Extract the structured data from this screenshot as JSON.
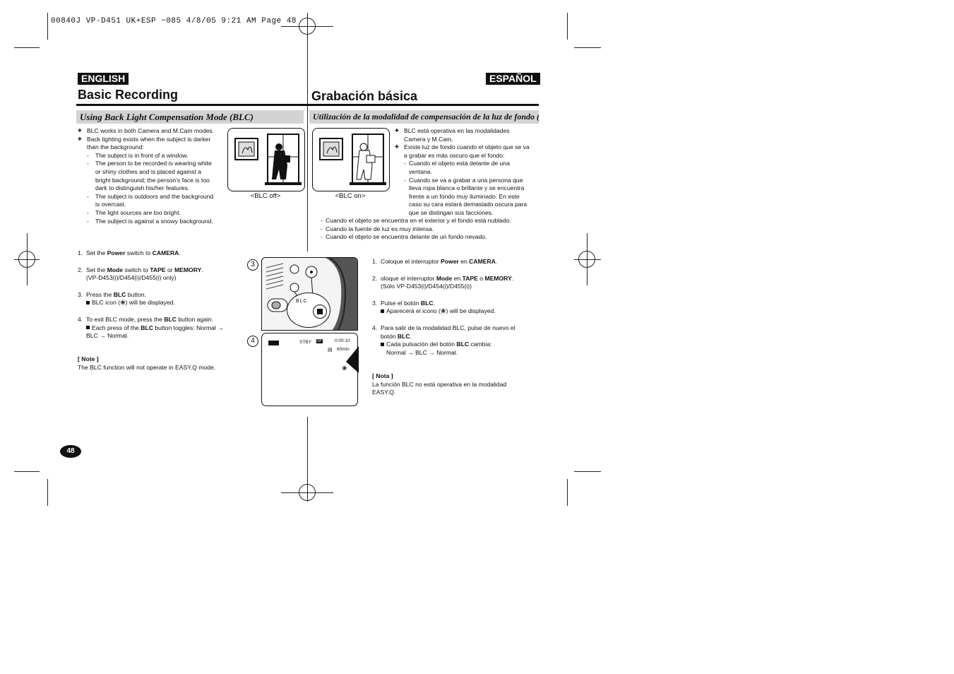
{
  "slug": "00840J VP-D451 UK+ESP ~085  4/8/05 9:21 AM  Page 48",
  "english": {
    "lang_label": "ENGLISH",
    "title": "Basic Recording",
    "section": "Using Back Light Compensation Mode (BLC)",
    "bullet1": "BLC works in both Camera and M.Cam modes.",
    "bullet2_l1": "Back lighting exists when the subject is darker",
    "bullet2_l2": "than the background:",
    "d1": "The subject is in front of a window.",
    "d2_l1": "The person to be recorded is wearing white",
    "d2_l2": "or shiny clothes and is placed against a",
    "d2_l3": "bright background; the person’s face is too",
    "d2_l4": "dark to distinguish his/her features.",
    "d3_l1": "The subject is outdoors and the background",
    "d3_l2": "is overcast.",
    "d4": "The light sources are too bright.",
    "d5": "The subject is against a snowy background.",
    "s1_num": "1.",
    "s1_a": "Set the ",
    "s1_b": "Power",
    "s1_c": " switch to ",
    "s1_d": "CAMERA",
    "s1_e": ".",
    "s2_num": "2.",
    "s2_a": "Set the ",
    "s2_b": "Mode",
    "s2_c": " switch to ",
    "s2_d": "TAPE",
    "s2_e": " or ",
    "s2_f": "MEMORY",
    "s2_g": ".",
    "s2_l2": "(VP-D453(i)/D454(i)/D455(i) only)",
    "s3_num": "3.",
    "s3_a": "Press the ",
    "s3_b": "BLC",
    "s3_c": " button.",
    "s3_sub_a": "BLC icon (",
    "s3_sub_b": ") will be displayed.",
    "s4_num": "4.",
    "s4_a": "To exit BLC mode, press the ",
    "s4_b": "BLC",
    "s4_c": " button again.",
    "s4_sub_a": "Each press of the ",
    "s4_sub_b": "BLC",
    "s4_sub_c": " button toggles: Normal →",
    "s4_sub_l2": "BLC → Normal.",
    "note_head": "[ Note ]",
    "note_text": "The BLC function will not operate in EASY.Q mode.",
    "cap_off": "<BLC off>",
    "cap_on": "<BLC on>",
    "page_num": "48"
  },
  "spanish": {
    "lang_label": "ESPAÑOL",
    "title": "Grabación básica",
    "section": "Utilización de la modalidad de compensación de la luz de fondo (BLC)",
    "bullet1_l1": "BLC está operativa en las modalidades",
    "bullet1_l2": "Camera y M.Cam.",
    "bullet2_l1": "Existe luz de fondo cuando el objeto que se va",
    "bullet2_l2": "a grabar es más oscuro que el fondo:",
    "d1_l1": "Cuando el objeto está delante de una",
    "d1_l2": "ventana.",
    "d2_l1": "Cuando se va a grabar a una persona que",
    "d2_l2": "lleva ropa blanca o brillante y se encuentra",
    "d2_l3": "frente a un fondo muy iluminado. En este",
    "d2_l4": "caso su cara estará demasiado oscura para",
    "d2_l5": "que se distingan sus facciones.",
    "d3": "Cuando el objeto se encuentra en el exterior y el fondo está nublado.",
    "d4": "Cuando la fuente de luz es muy intensa.",
    "d5": "Cuando el objeto se encuentra delante de un fondo nevado.",
    "s1_num": "1.",
    "s1_a": "Coloque el interruptor ",
    "s1_b": "Power",
    "s1_c": " en ",
    "s1_d": "CAMERA",
    "s1_e": ".",
    "s2_num": "2.",
    "s2_a": "oloque el interruptor ",
    "s2_b": "Mode",
    "s2_c": " en ",
    "s2_d": "TAPE",
    "s2_e": " o ",
    "s2_f": "MEMORY",
    "s2_g": ".",
    "s2_l2": "(Sólo VP-D453(i)/D454(i)/D455(i))",
    "s3_num": "3.",
    "s3_a": "Pulse el botón ",
    "s3_b": "BLC",
    "s3_c": ".",
    "s3_sub_a": "Aparecerá el icono (",
    "s3_sub_b": ") will be displayed.",
    "s4_num": "4.",
    "s4_a": "Para salir de la modalidad BLC, pulse de nuevo el",
    "s4_l2_a": "botón ",
    "s4_l2_b": "BLC",
    "s4_l2_c": ".",
    "s4_sub_a": "Cada pulsación del botón ",
    "s4_sub_b": "BLC",
    "s4_sub_c": " cambia:",
    "s4_sub_l2": "Normal → BLC → Normal.",
    "note_head": "[ Nota ]",
    "note_l1": "La función BLC no está operativa en la modalidad",
    "note_l2": "EASY.Q."
  },
  "figures": {
    "step3_label": "3",
    "step4_label": "4",
    "button_label": "BLC",
    "lcd_stby": "STBY",
    "lcd_sp": "SP",
    "lcd_time": "0:00:10",
    "lcd_remaining": "60min"
  },
  "colors": {
    "section_bar": "#d3d3d3",
    "label_bg": "#111111"
  }
}
